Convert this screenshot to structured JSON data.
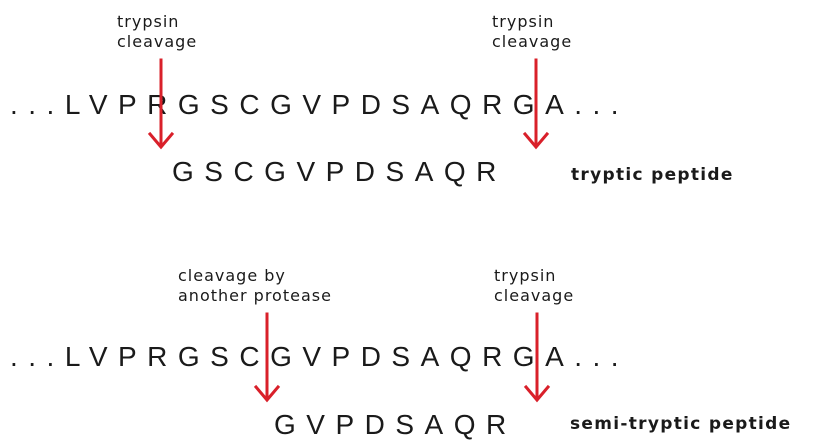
{
  "panel_top": {
    "label_left": [
      "trypsin",
      "cleavage"
    ],
    "label_right": [
      "trypsin",
      "cleavage"
    ],
    "sequence": "...LVPRGSCGVPDSAQRGA...",
    "peptide": "GSCGVPDSAQR",
    "peptide_label": "tryptic peptide"
  },
  "panel_bottom": {
    "label_left": [
      "cleavage by",
      "another protease"
    ],
    "label_right": [
      "trypsin",
      "cleavage"
    ],
    "sequence": "...LVPRGSCGVPDSAQRGA...",
    "peptide": "GVPDSAQR",
    "peptide_label": "semi-tryptic peptide"
  },
  "colors": {
    "arrow": "#d9202a",
    "text": "#1a1a1a"
  }
}
